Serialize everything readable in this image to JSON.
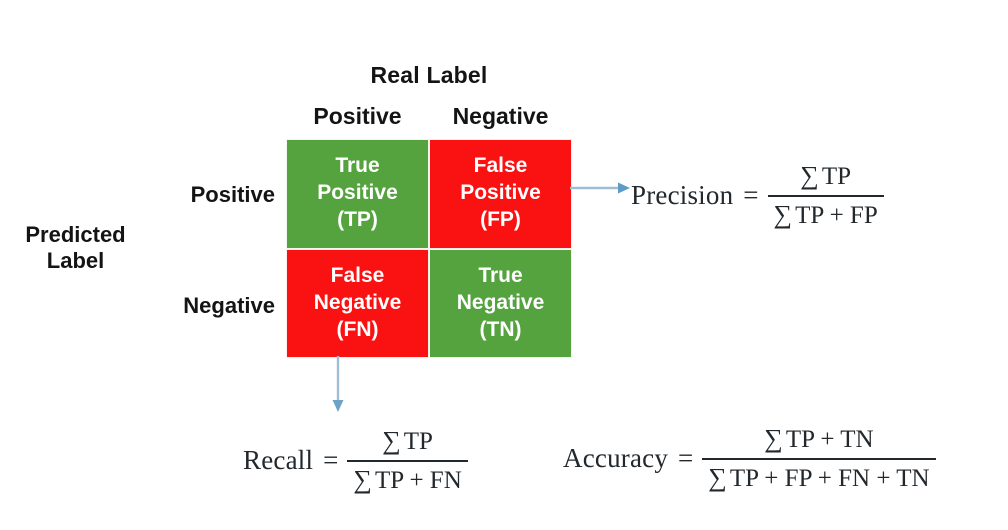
{
  "diagram": {
    "title_top": "Real Label",
    "axis_left_title": "Predicted\nLabel",
    "column_headers": [
      "Positive",
      "Negative"
    ],
    "row_headers": [
      "Positive",
      "Negative"
    ],
    "colors": {
      "green": "#55A33E",
      "red": "#FA1111",
      "arrow": "#9FBDD4",
      "text_dark": "#141414",
      "cell_text": "#FFFFFF",
      "background": "#FFFFFF"
    },
    "cells": [
      {
        "name": "true-positive",
        "line1": "True",
        "line2": "Positive",
        "line3": "(TP)",
        "color": "green"
      },
      {
        "name": "false-positive",
        "line1": "False",
        "line2": "Positive",
        "line3": "(FP)",
        "color": "red"
      },
      {
        "name": "false-negative",
        "line1": "False",
        "line2": "Negative",
        "line3": "(FN)",
        "color": "red"
      },
      {
        "name": "true-negative",
        "line1": "True",
        "line2": "Negative",
        "line3": "(TN)",
        "color": "green"
      }
    ]
  },
  "formulas": {
    "precision": {
      "label": "Precision",
      "equals": "=",
      "numerator_sigma": "∑",
      "numerator": "TP",
      "denominator_sigma": "∑",
      "denominator": "TP + FP"
    },
    "recall": {
      "label": "Recall",
      "equals": "=",
      "numerator_sigma": "∑",
      "numerator": "TP",
      "denominator_sigma": "∑",
      "denominator": "TP + FN"
    },
    "accuracy": {
      "label": "Accuracy",
      "equals": "=",
      "numerator_sigma": "∑",
      "numerator": "TP + TN",
      "denominator_sigma": "∑",
      "denominator": "TP + FP + FN + TN"
    }
  },
  "arrows": [
    {
      "name": "arrow-to-precision",
      "direction": "right"
    },
    {
      "name": "arrow-to-recall",
      "direction": "down"
    }
  ]
}
